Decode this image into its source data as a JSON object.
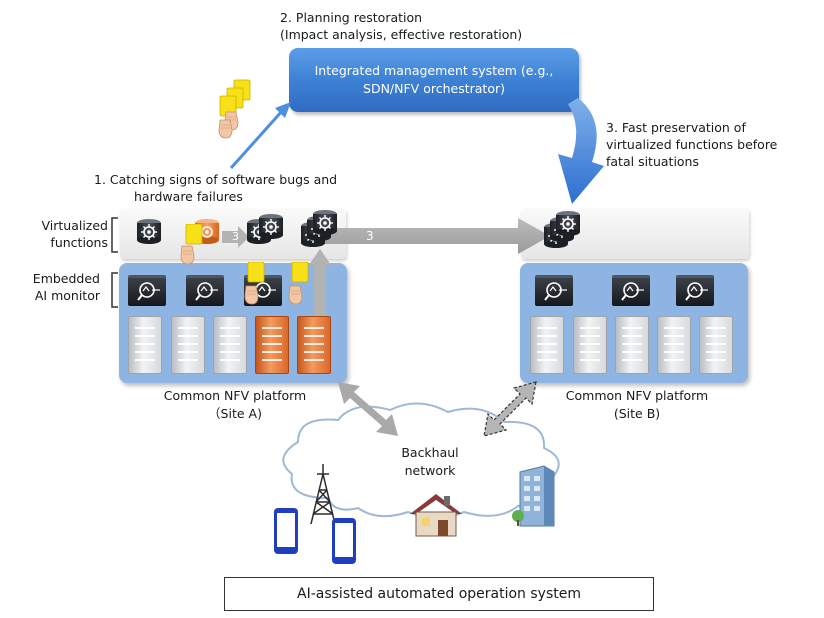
{
  "steps": {
    "step1_line1": "1.  Catching signs of software bugs and",
    "step1_line2": "hardware failures",
    "step2_line1": "2. Planning restoration",
    "step2_line2": "(Impact analysis, effective restoration)",
    "step3_line1": "3. Fast preservation of",
    "step3_line2": "virtualized functions before",
    "step3_line3": "fatal situations"
  },
  "ims": {
    "line1": "Integrated management system (e.g.,",
    "line2": "SDN/NFV orchestrator)"
  },
  "left_labels": {
    "virtualized_line1": "Virtualized",
    "virtualized_line2": "functions",
    "monitor_line1": "Embedded",
    "monitor_line2": "AI monitor"
  },
  "migration_marker_small": "3",
  "migration_marker_arrow": "3",
  "site_a": {
    "line1": "Common NFV platform",
    "line2": "（Site A)"
  },
  "site_b": {
    "line1": "Common NFV platform",
    "line2": "(Site B)"
  },
  "backhaul": {
    "line1": "Backhaul",
    "line2": "network"
  },
  "footer": "AI‐assisted automated operation system",
  "colors": {
    "ims_blue": "#3b7fd4",
    "platform_blue": "#8eb4e3",
    "faulty_server_orange": "#e07b39",
    "yellow_card": "#f7e017",
    "gray_arrow": "#a6a6a6",
    "device_blue": "#1f3fbf"
  },
  "icons": [
    "vnf-gear-icon",
    "ai-monitor-icon",
    "server-rack-icon",
    "yellow-card-icon",
    "cloud-icon",
    "radio-tower-icon",
    "smartphone-icon",
    "house-icon",
    "office-building-icon"
  ]
}
